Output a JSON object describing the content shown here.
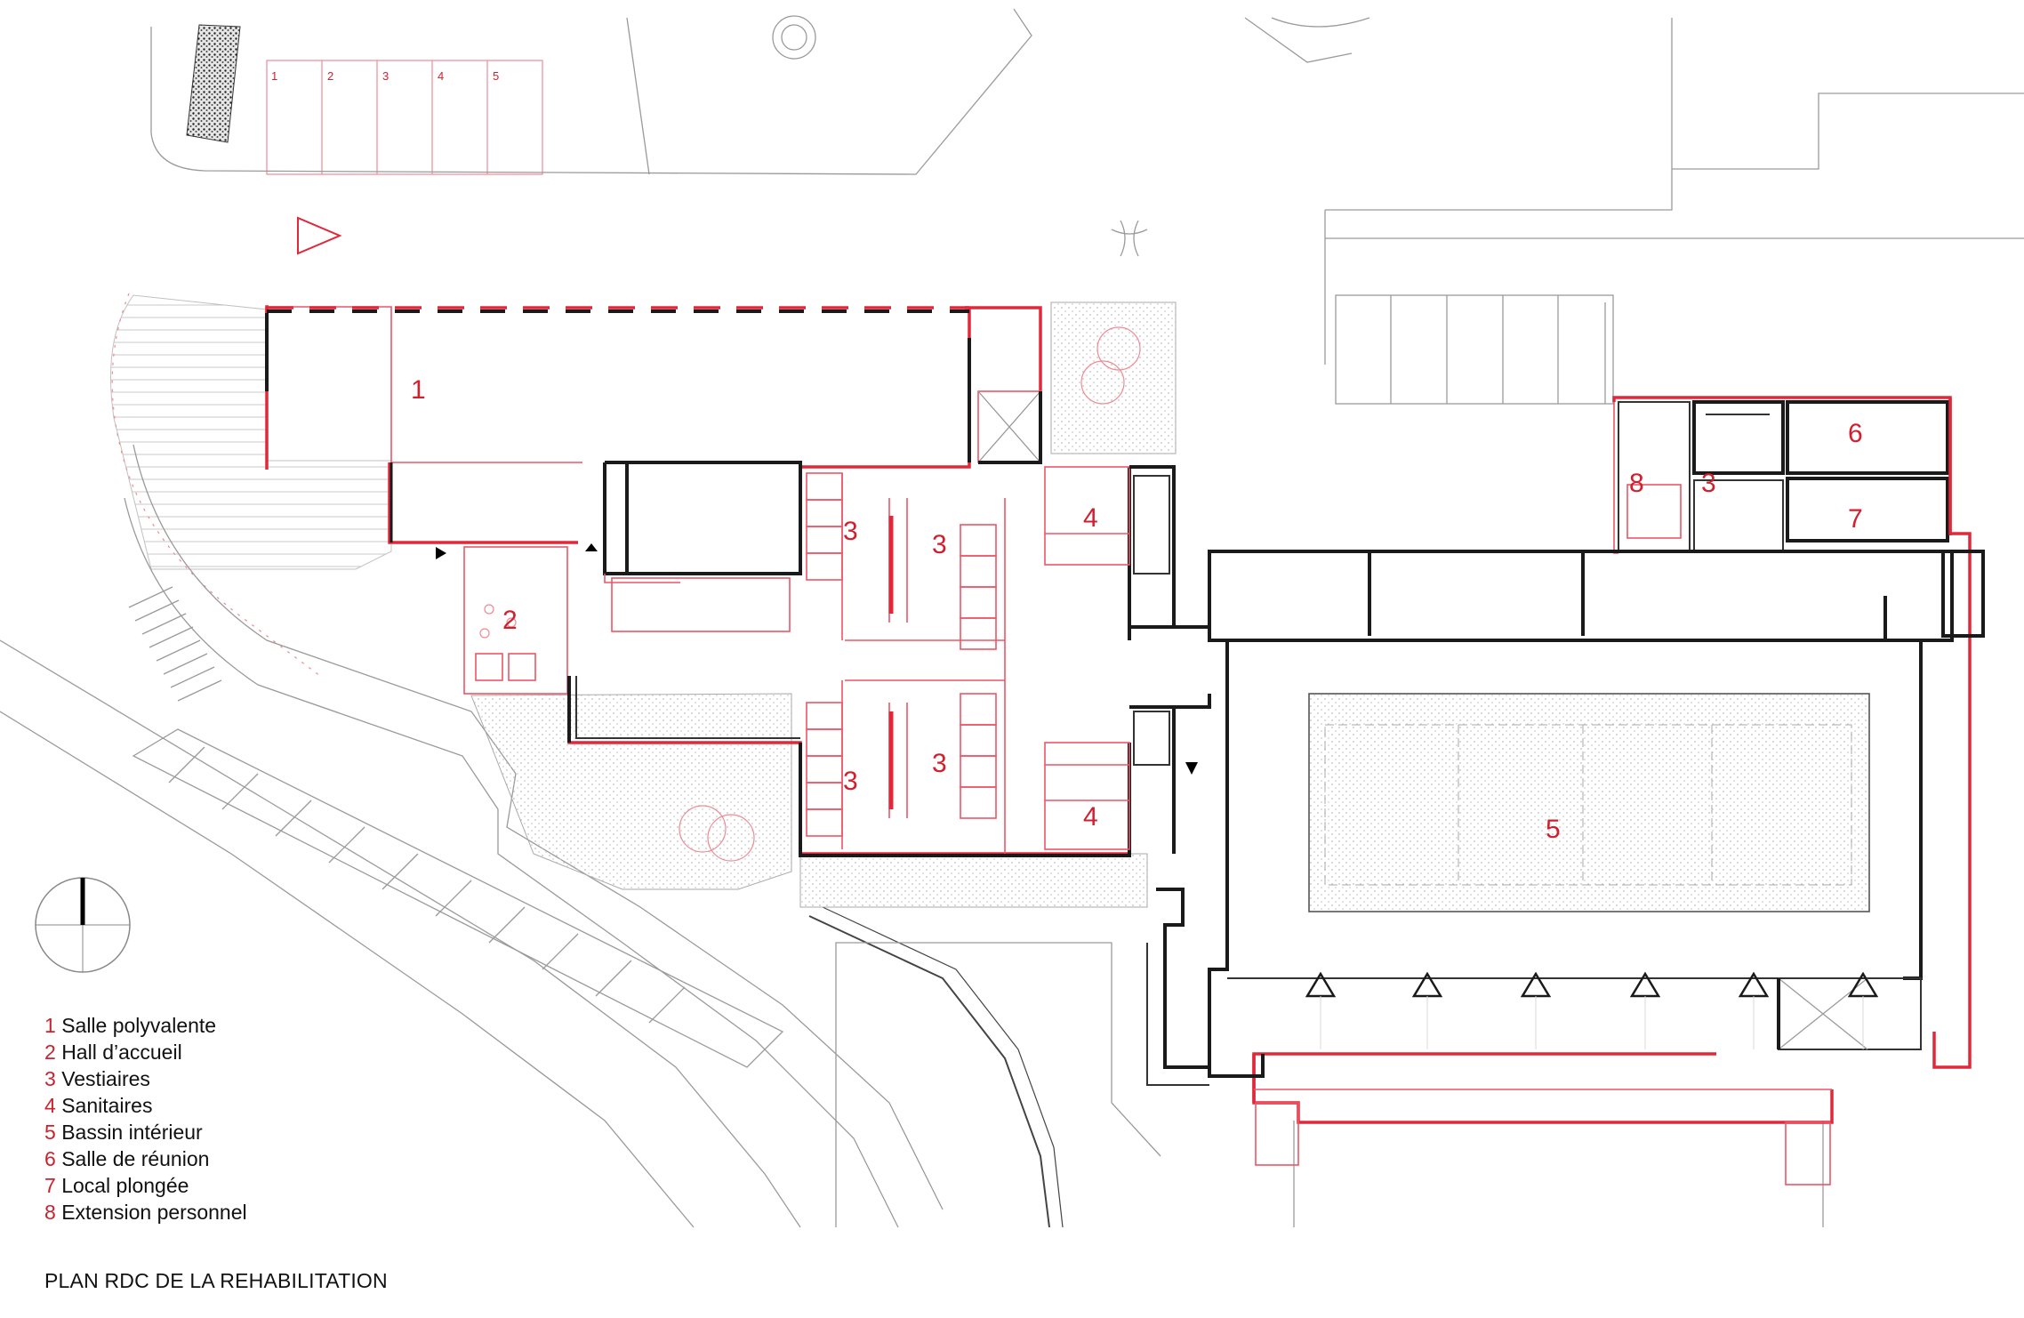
{
  "plan": {
    "title": "PLAN RDC DE LA REHABILITATION",
    "parking_numbers": [
      "1",
      "2",
      "3",
      "4",
      "5"
    ],
    "rooms": [
      {
        "number": "1",
        "name": "Salle polyvalente"
      },
      {
        "number": "2",
        "name": "Hall d’accueil"
      },
      {
        "number": "3",
        "name": "Vestiaires"
      },
      {
        "number": "4",
        "name": "Sanitaires"
      },
      {
        "number": "5",
        "name": "Bassin intérieur"
      },
      {
        "number": "6",
        "name": "Salle de réunion"
      },
      {
        "number": "7",
        "name": "Local plongée"
      },
      {
        "number": "8",
        "name": "Extension personnel"
      }
    ],
    "labels_on_plan": [
      "1",
      "2",
      "3",
      "3",
      "3",
      "3",
      "3",
      "4",
      "4",
      "5",
      "6",
      "7",
      "8"
    ]
  },
  "colors": {
    "new_work": "#e0283a",
    "existing": "#1a1a1a",
    "context": "#9a9a9a"
  }
}
